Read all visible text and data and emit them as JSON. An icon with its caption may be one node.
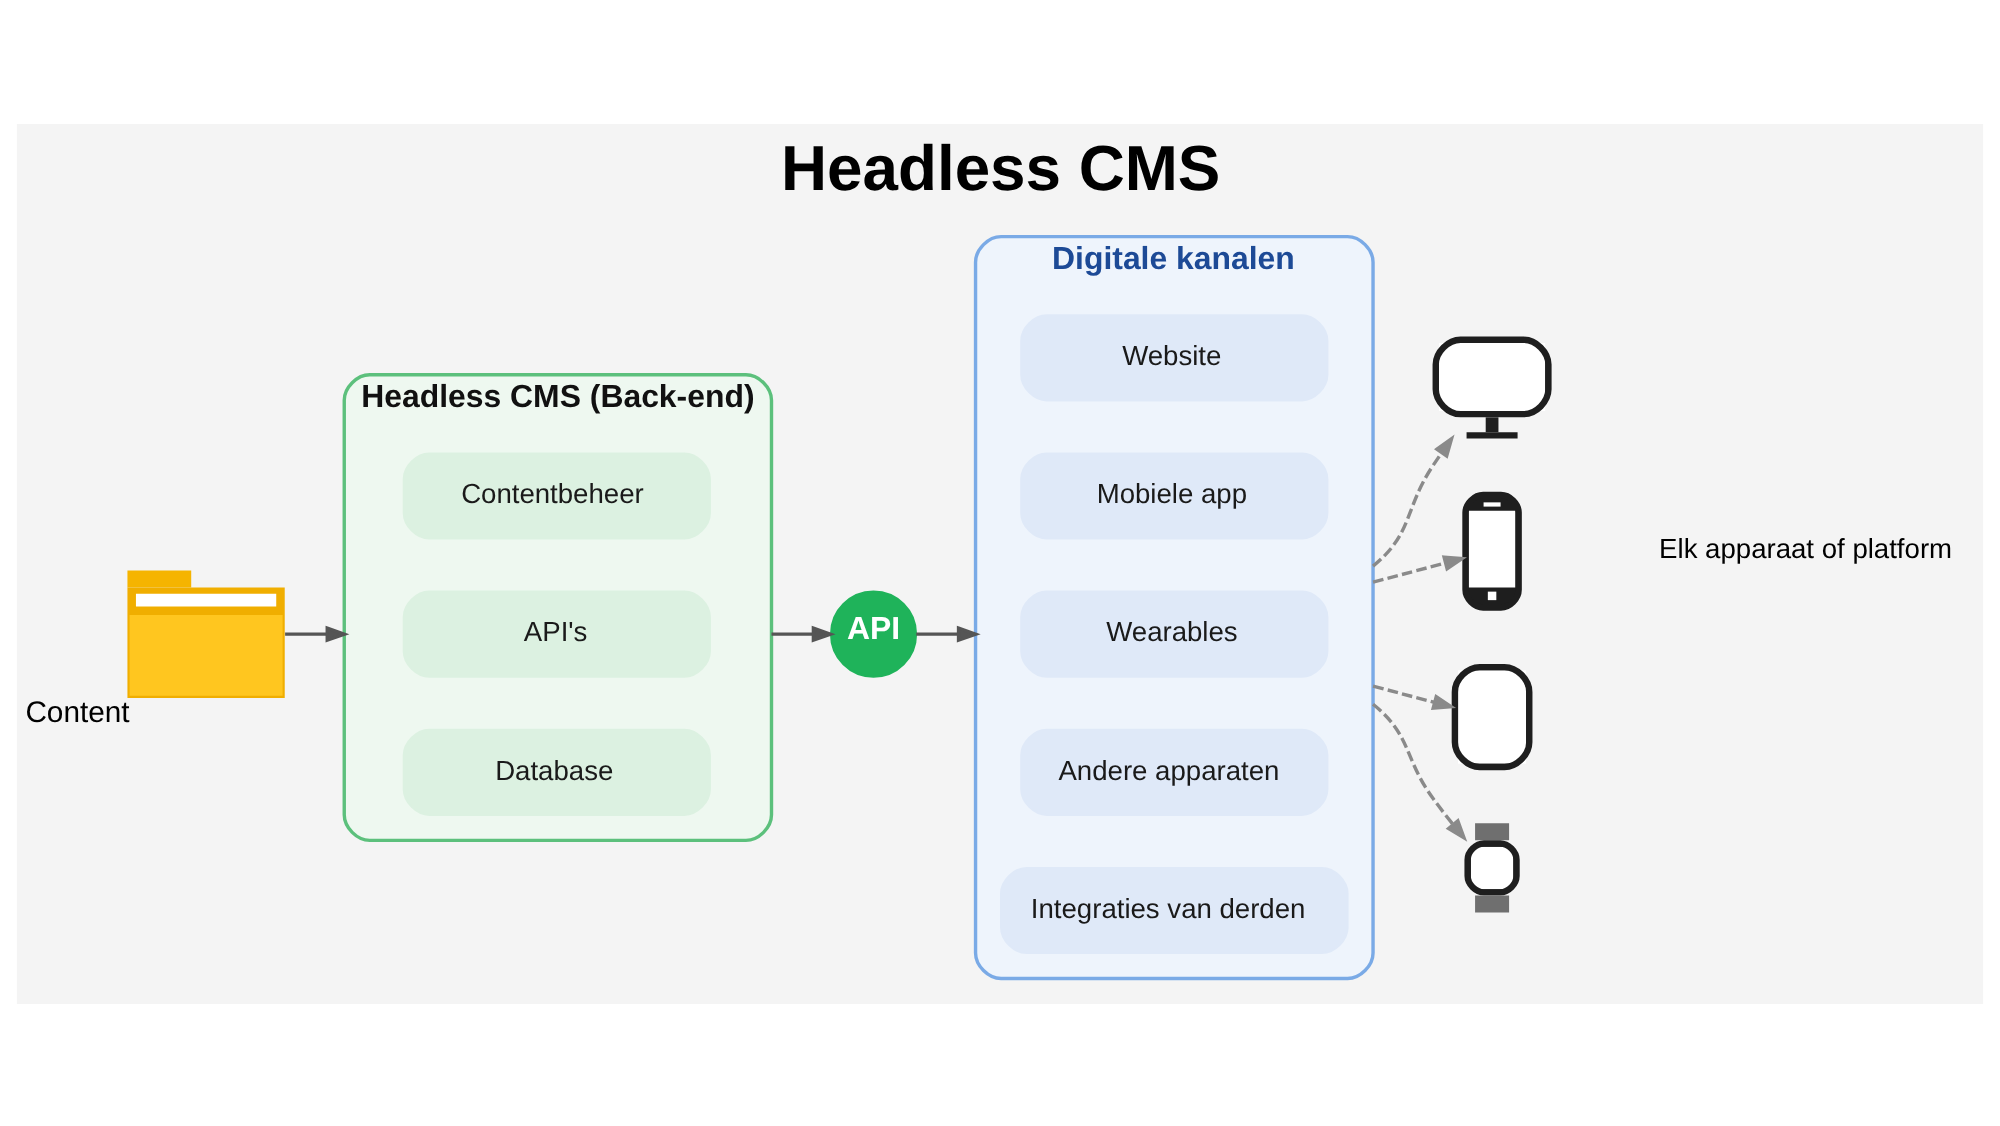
{
  "diagram": {
    "title": "Headless CMS",
    "nodes": [
      {
        "text": [],
        "shape": "picture",
        "beside": [
          "Content"
        ]
      },
      {
        "text": [
          "Headless CMS (Back-end)"
        ]
      },
      {
        "text": [
          "Contentbeheer"
        ],
        "in": 1
      },
      {
        "text": [
          "API's"
        ],
        "in": 1
      },
      {
        "text": [
          "Database"
        ],
        "in": 1
      },
      {
        "text": [
          "API"
        ]
      },
      {
        "text": [
          "Digitale kanalen"
        ]
      },
      {
        "text": [
          "Website"
        ],
        "in": 6
      },
      {
        "text": [
          "Mobiele app"
        ],
        "in": 6
      },
      {
        "text": [
          "Wearables"
        ],
        "in": 6
      },
      {
        "text": [
          "Andere apparaten"
        ],
        "in": 6
      },
      {
        "text": [
          "Integraties van derden"
        ],
        "in": 6
      },
      {
        "text": [],
        "shape": "picture"
      },
      {
        "text": [],
        "shape": "picture"
      },
      {
        "text": [],
        "shape": "picture"
      },
      {
        "text": [],
        "shape": "picture"
      }
    ],
    "edges": [
      {
        "from": 0,
        "to": 1,
        "arrow": "to",
        "color": "#555555"
      },
      {
        "from": 1,
        "to": 5,
        "arrow": "to",
        "color": "#555555"
      },
      {
        "from": 5,
        "to": 6,
        "arrow": "to",
        "color": "#555555"
      },
      {
        "from": 6,
        "to": 12,
        "arrow": "to",
        "style": "dashed"
      },
      {
        "from": 6,
        "to": 13,
        "arrow": "to",
        "style": "dashed"
      },
      {
        "from": 6,
        "to": 14,
        "arrow": "to",
        "style": "dashed"
      },
      {
        "from": 6,
        "to": 15,
        "arrow": "to",
        "style": "dashed"
      }
    ],
    "labels": [
      "Elk apparaat of platform"
    ]
  }
}
